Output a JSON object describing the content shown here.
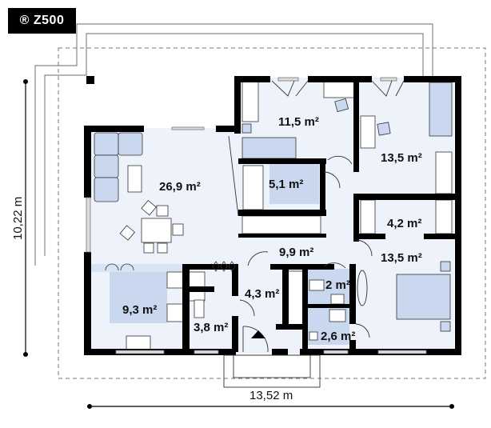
{
  "badge": {
    "text": "® Z500"
  },
  "dimensions": {
    "height_label": "10,22 m",
    "width_label": "13,52 m"
  },
  "rooms": [
    {
      "id": "living",
      "label": "26,9 m²"
    },
    {
      "id": "bedroom-1",
      "label": "11,5 m²"
    },
    {
      "id": "bedroom-2",
      "label": "13,5 m²"
    },
    {
      "id": "bathroom",
      "label": "5,1 m²"
    },
    {
      "id": "closet",
      "label": "4,2 m²"
    },
    {
      "id": "hall",
      "label": "9,9 m²"
    },
    {
      "id": "bedroom-3",
      "label": "13,5 m²"
    },
    {
      "id": "kitchen",
      "label": "9,3 m²"
    },
    {
      "id": "utility",
      "label": "3,8 m²"
    },
    {
      "id": "entrance",
      "label": "4,3 m²"
    },
    {
      "id": "wc",
      "label": "2 m²"
    },
    {
      "id": "shower",
      "label": "2,6 m²"
    }
  ],
  "colors": {
    "wall": "#000000",
    "floor": "#eef2fb",
    "furniture": "#c9d8ee",
    "wet_area": "#c9d8ee",
    "outline": "#555555"
  }
}
